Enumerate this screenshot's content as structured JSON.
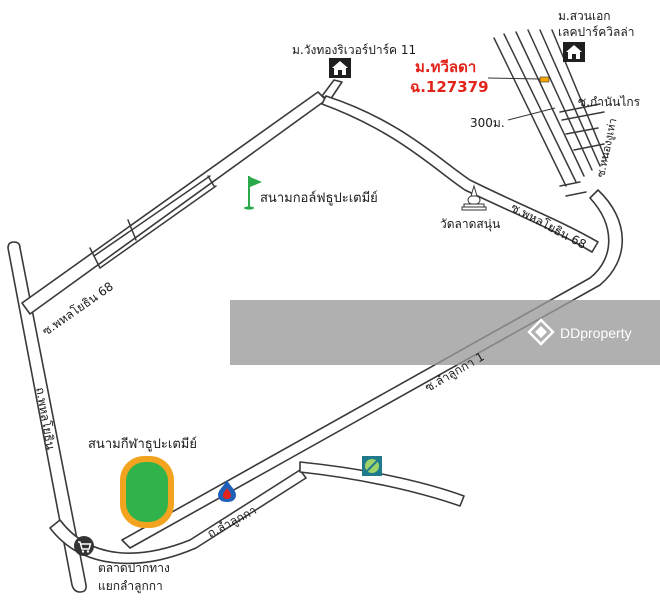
{
  "labels": {
    "village_wangthong": "ม.วังทองริเวอร์ปาร์ค 11",
    "village_suan_ek_1": "ม.สวนเอก",
    "village_suan_ek_2": "เลคปาร์ควิลล่า",
    "project_name": "ม.ทวีลดา",
    "project_code": "ฉ.127379",
    "soi_kamnan": "ซ.กำนันไกร",
    "distance": "300ม.",
    "soi_nong_ngu_hao": "ซ.หนองงูเห่า",
    "golf": "สนามกอล์ฟธูปะเตมีย์",
    "temple": "วัดลาดสนุ่น",
    "phahon_68_right": "ซ.พหลโยธิน 68",
    "phahon_68_left": "ซ.พหลโยธิน 68",
    "phahon_road": "ถ.พหลโยธิน",
    "lam_luk_ka_1": "ซ.ลำลูกกา 1",
    "stadium": "สนามกีฬาธูปะเตมีย์",
    "lam_luk_ka_road": "ถ.ลำลูกกา",
    "market_1": "ตลาดปากทาง",
    "market_2": "แยกลำลูกกา"
  },
  "watermark": {
    "brand": "DDproperty"
  },
  "colors": {
    "project_red": "#e2231a",
    "marker_orange": "#f7a400",
    "golf_green": "#2aa84a",
    "stadium_field": "#2fb34a",
    "stadium_track": "#f2a420",
    "watermark_band": "#9a9a9a"
  },
  "icons": [
    "house-icon",
    "golf-flag-icon",
    "temple-icon",
    "gas-station-icon",
    "bank-icon",
    "shopping-cart-icon",
    "ddproperty-logo-icon"
  ]
}
